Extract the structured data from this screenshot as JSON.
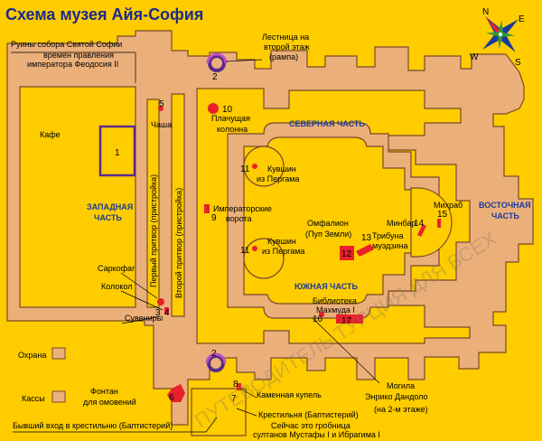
{
  "title": "Схема музея Айя-София",
  "compass": {
    "n": "N",
    "e": "E",
    "s": "S",
    "w": "W"
  },
  "watermark": "ПУТЕВОДИТЕЛЬ ТУРЦИЯ ДЛЯ ВСЕХ",
  "zones": {
    "west": [
      "ЗАПАДНАЯ",
      "ЧАСТЬ"
    ],
    "north": "СЕВЕРНАЯ ЧАСТЬ",
    "south": "ЮЖНАЯ ЧАСТЬ",
    "east": [
      "ВОСТОЧНАЯ",
      "ЧАСТЬ"
    ]
  },
  "labels": {
    "ruins_title": "Руины собора Святой Софии",
    "ruins_sub": [
      "времен правления",
      "императора Феодосия II"
    ],
    "ramp": [
      "Лестница на",
      "второй этаж",
      "(рампа)"
    ],
    "cafe": "Кафе",
    "bowl": "Чаша",
    "weeping_column": [
      "Плачущая",
      "колонна"
    ],
    "urn_north": [
      "Кувшин",
      "из Пергама"
    ],
    "urn_south": [
      "Кувшин",
      "из Пергама"
    ],
    "imperial_gate": [
      "Императорские",
      "ворота"
    ],
    "narthex_outer": "Первый притвор (пристройка)",
    "narthex_inner": "Второй притвор (пристройка)",
    "omphalion": [
      "Омфалион",
      "(Пуп Земли)"
    ],
    "muezzin_tribune": [
      "Трибуна",
      "муэдзина"
    ],
    "minbar": "Минбар",
    "mihrab": "Михраб",
    "library": [
      "Библиотека",
      "Махмуда I"
    ],
    "sarcophagus": "Саркофаг",
    "bell": "Колокол",
    "souvenirs": "Сувениры",
    "security": "Охрана",
    "ticket_office": "Кассы",
    "fountain": [
      "Фонтан",
      "для омовений"
    ],
    "stone_font": "Каменная купель",
    "baptistery": "Крестильня (Баптистерий)",
    "tombs": [
      "Сейчас это гробница",
      "султанов Мустафы I и Ибрагима I"
    ],
    "dandolo": [
      "Могила",
      "Энрико Дандоло"
    ],
    "floor2": "(на 2-м этаже)",
    "former_entrance": "Бывший вход в крестильню (Баптистерий)"
  },
  "numbers": [
    "1",
    "2",
    "2",
    "3",
    "4",
    "5",
    "6",
    "7",
    "8",
    "9",
    "10",
    "11",
    "11",
    "12",
    "13",
    "14",
    "15",
    "16",
    "17"
  ],
  "colors": {
    "background": "#FFCC00",
    "walls": "#EBB07A",
    "marker": "#E8202A",
    "zone_text": "#1a3a9a",
    "ramp": "#5a2a8a"
  }
}
